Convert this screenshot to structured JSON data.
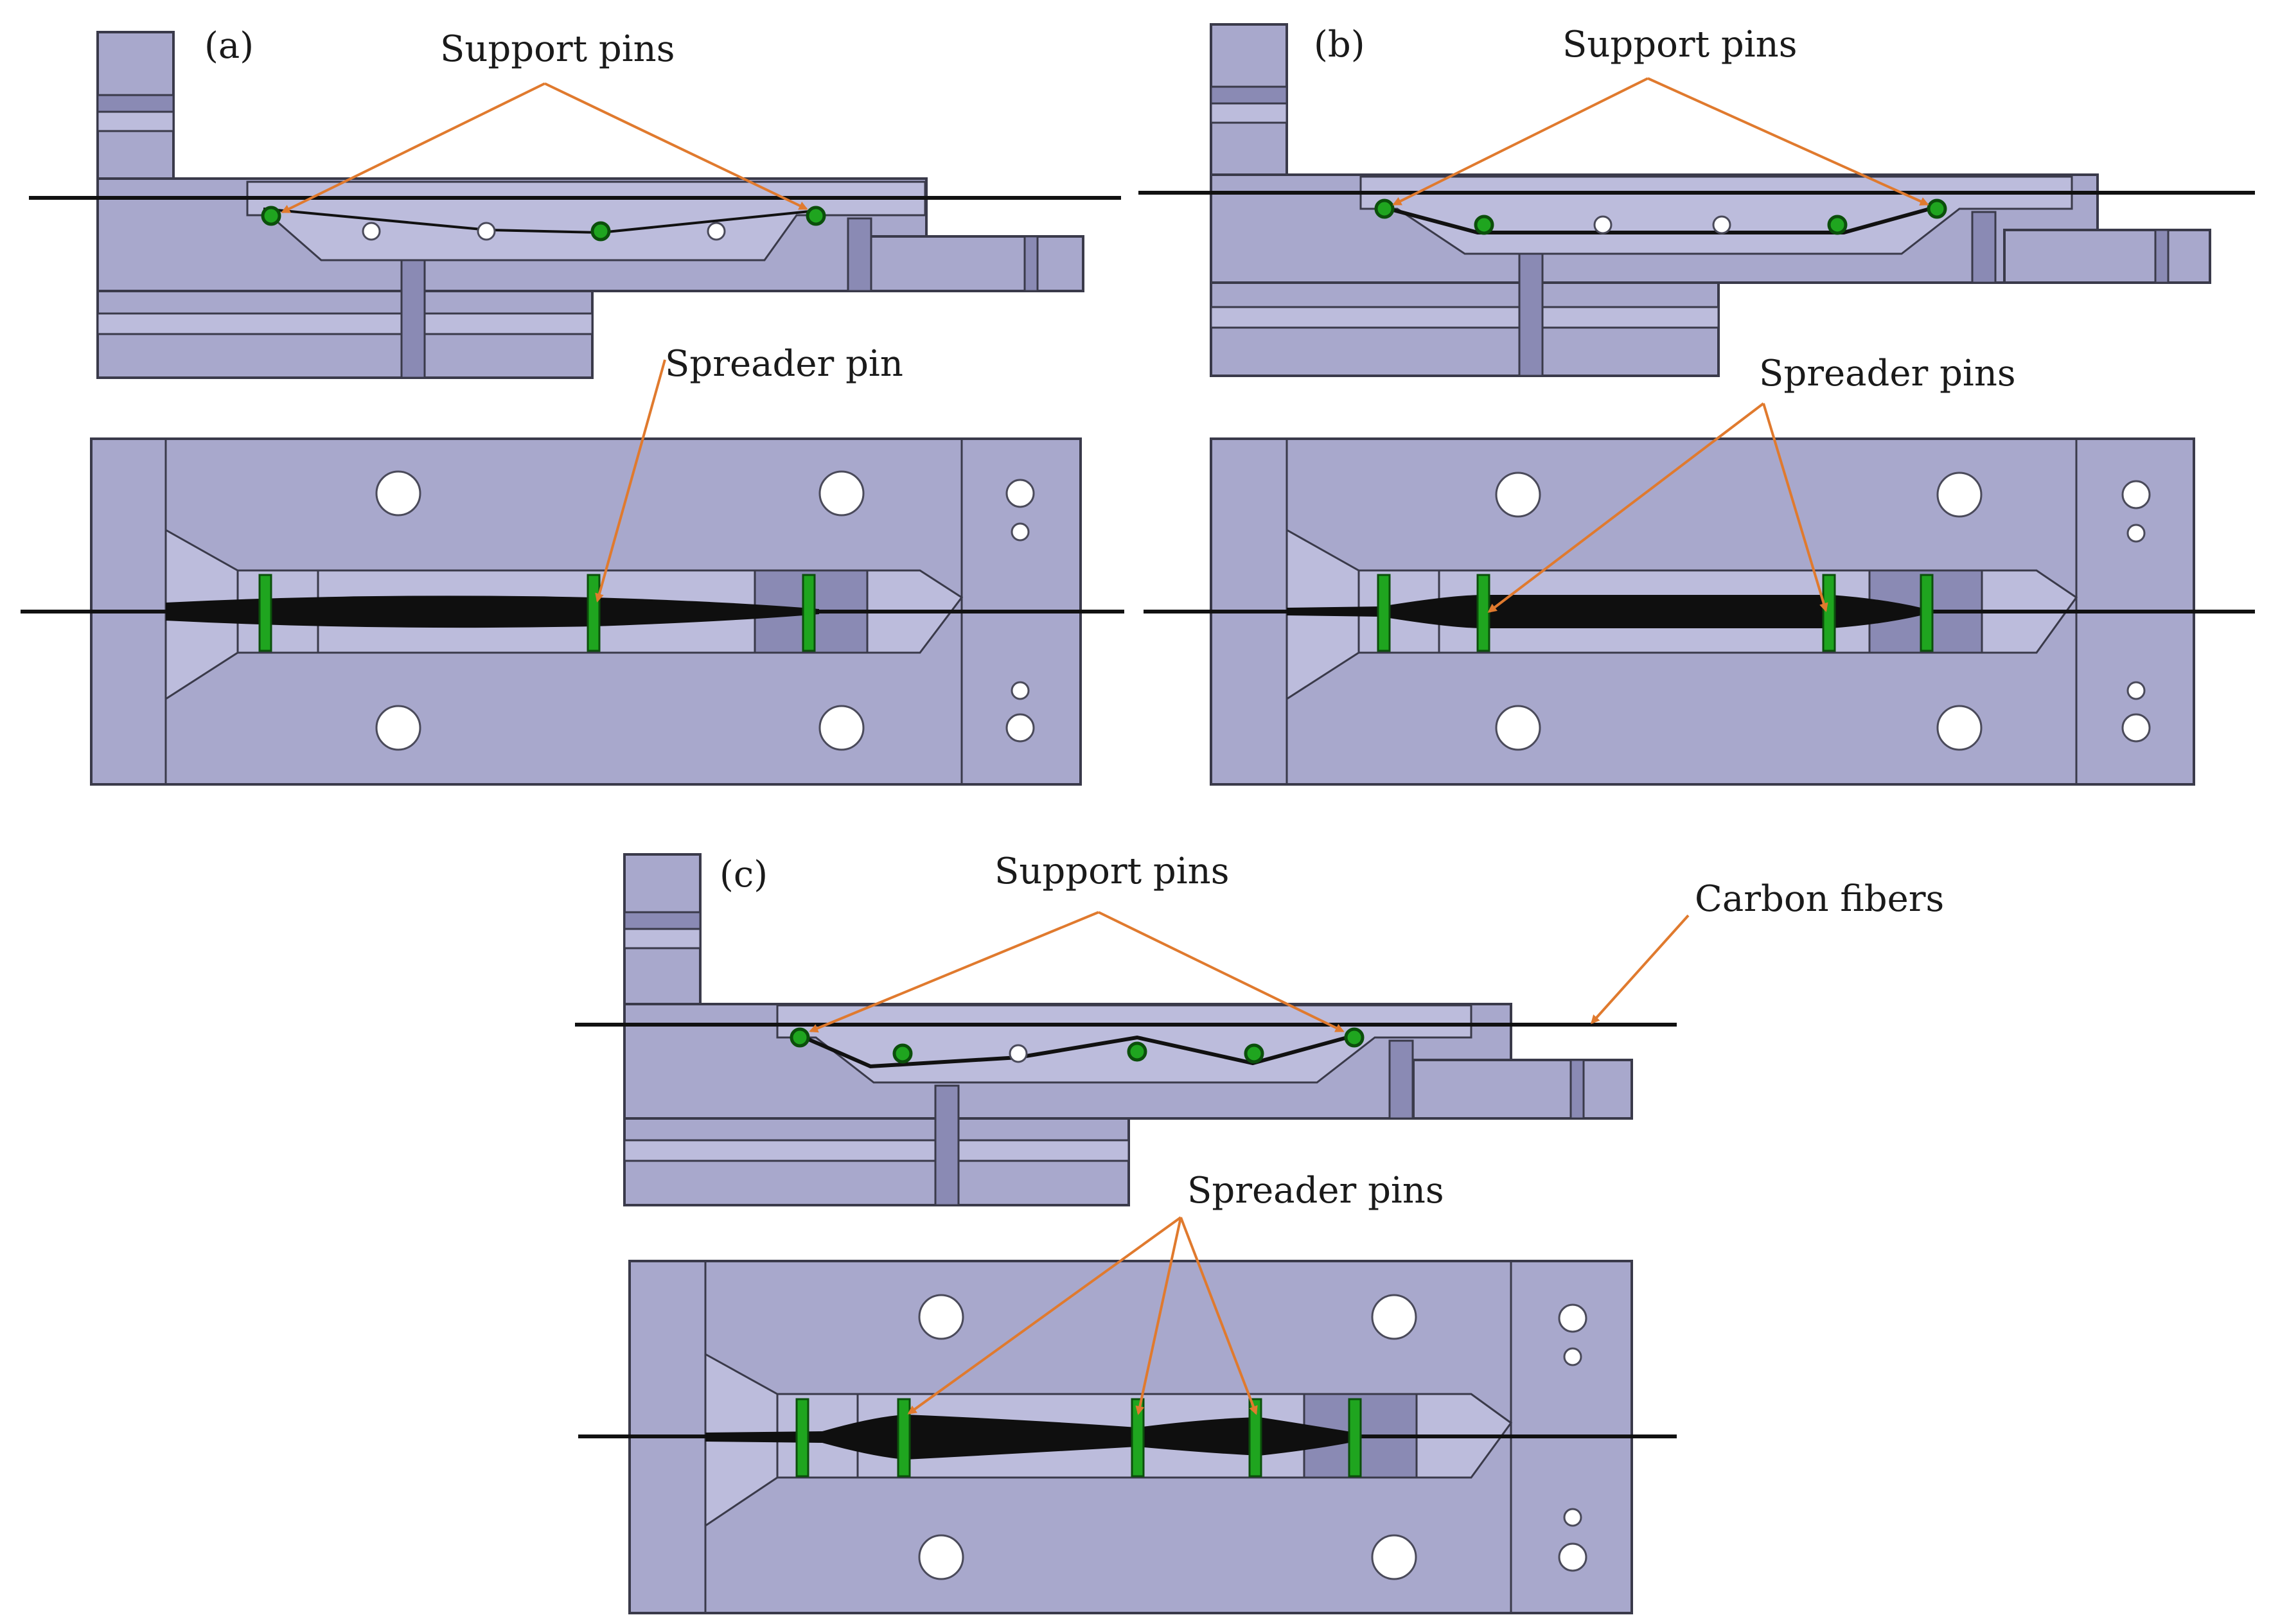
{
  "panels": [
    {
      "id": "a",
      "panel_label": "(a)",
      "side_label": "Support pins",
      "top_label": "Spreader pin"
    },
    {
      "id": "b",
      "panel_label": "(b)",
      "side_label": "Support pins",
      "top_label": "Spreader pins"
    },
    {
      "id": "c",
      "panel_label": "(c)",
      "side_label": "Support pins",
      "top_label": "Spreader pins",
      "extra_label": "Carbon fibers"
    }
  ],
  "colors": {
    "plate": "#a8a8cc",
    "plate_light": "#bcbcdc",
    "plate_dark": "#8a8ab4",
    "fiber": "#111111",
    "pin": "#1fa51f",
    "arrow": "#e07a2e",
    "hole": "#ffffff"
  }
}
